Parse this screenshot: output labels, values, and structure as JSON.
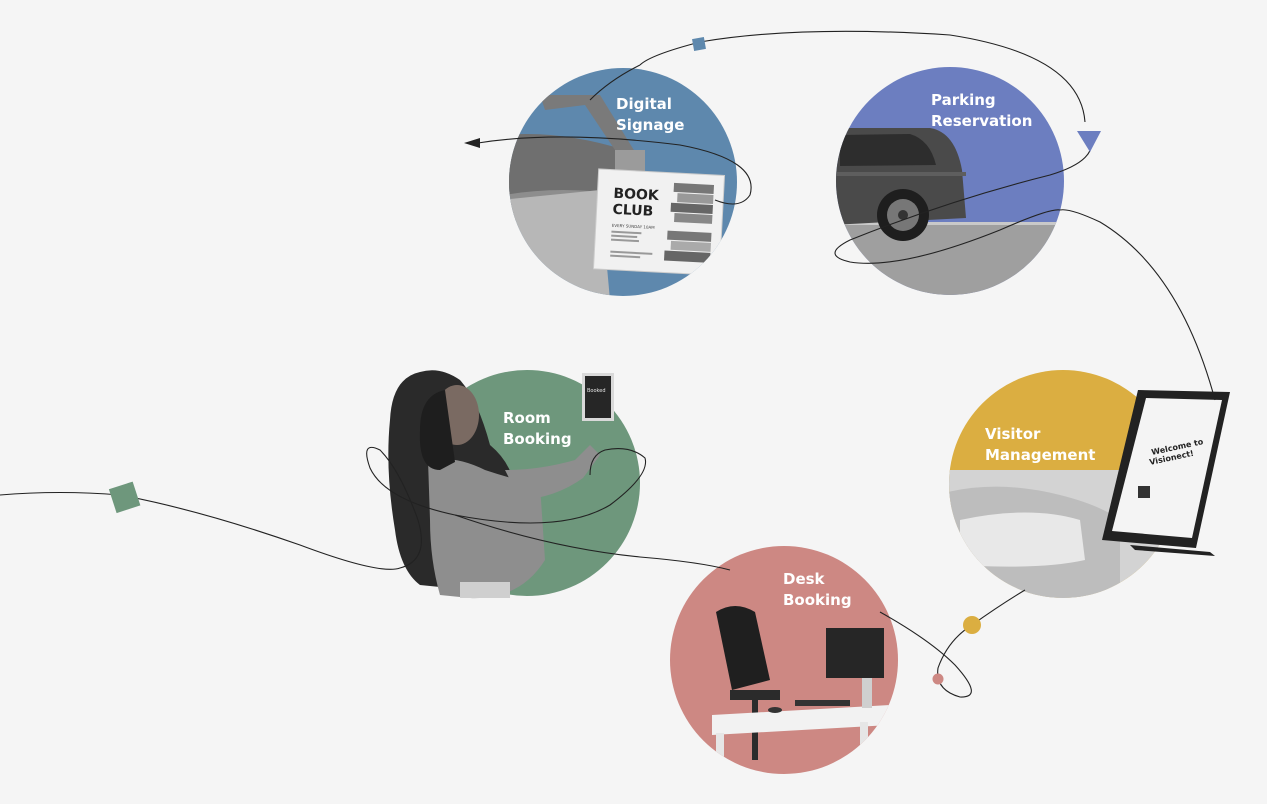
{
  "nodes": {
    "digital_signage": {
      "line1": "Digital",
      "line2": "Signage",
      "color": "#5e88ad",
      "photo": {
        "sign_title_line1": "BOOK",
        "sign_title_line2": "CLUB",
        "sign_subtitle": "EVERY SUNDAY 10AM"
      }
    },
    "parking_reservation": {
      "line1": "Parking",
      "line2": "Reservation",
      "color": "#6c7ec0"
    },
    "room_booking": {
      "line1": "Room",
      "line2": "Booking",
      "color": "#6e977c",
      "photo": {
        "panel_text": "Booked"
      }
    },
    "visitor_management": {
      "line1": "Visitor",
      "line2": "Management",
      "color": "#dbae41",
      "photo": {
        "tablet_line1": "Welcome to",
        "tablet_line2": "Visionect!"
      }
    },
    "desk_booking": {
      "line1": "Desk",
      "line2": "Booking",
      "color": "#cd8883"
    }
  },
  "markers": {
    "square_blue_color": "#5e88ad",
    "square_green_color": "#6e977c",
    "dot_yellow_color": "#dbae41",
    "dot_pink_color": "#cd8883",
    "triangle_color": "#6c7ec0"
  },
  "path_color": "#222222"
}
